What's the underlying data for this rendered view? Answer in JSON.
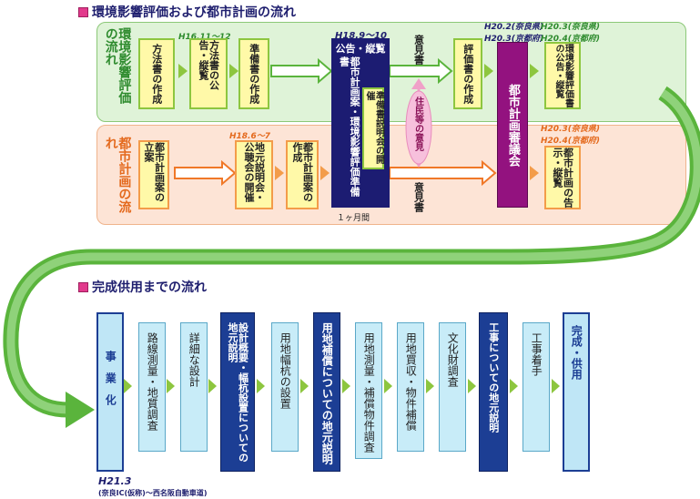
{
  "section1": {
    "title": "環境影響評価および都市計画の流れ",
    "env_row_label": "環境影響評価の流れ",
    "city_row_label": "都市計画の流れ",
    "env_date_1": "H16.11～12",
    "env_box_1": "方法書の作成",
    "env_box_2": "方法書の公告・縦覧",
    "env_box_3": "準備書の作成",
    "center_date": "H18.9～10",
    "center_header": "公告・縦覧",
    "center_main": "都市計画案・環境影響評価準備書",
    "center_sub": "準備書説明会の開催",
    "center_duration": "１ヶ月間",
    "opinion_top": "意見書",
    "opinion_bottom": "意見書",
    "residents_opinion": "住民等の意見",
    "env_box_4": "評価書の作成",
    "council_dates_1": "H20.2(奈良県)",
    "council_dates_2": "H20.3(京都府)",
    "council": "都市計画審議会",
    "env_final_date_1": "H20.3(奈良県)",
    "env_final_date_2": "H20.4(京都府)",
    "env_final_box": "環境影響評価書の公告・縦覧",
    "city_box_1": "都市計画案の立案",
    "city_date_1": "H18.6～7",
    "city_box_2": "地元説明会・公聴会の開催",
    "city_box_3": "都市計画案の作成",
    "city_final_date_1": "H20.3(奈良県)",
    "city_final_date_2": "H20.4(京都府)",
    "city_final_box": "都市計画の告示・縦覧"
  },
  "section2": {
    "title": "完成供用までの流れ",
    "steps": [
      "事業化",
      "路線測量・地質調査",
      "詳細な設計",
      "設計概要・幅杭設置についての地元説明",
      "用地幅杭の設置",
      "用地補償についての地元説明",
      "用地測量・補償物件調査",
      "用地買収・物件補償",
      "文化財調査",
      "工事についての地元説明",
      "工事着手",
      "完成・供用"
    ],
    "start_date": "H21.3",
    "start_note": "(奈良IC(仮称)～西名阪自動車道)"
  },
  "colors": {
    "title": "#1e1e6e",
    "green_flow": "#5ab43c",
    "orange_flow": "#f07828",
    "navy": "#1c1c72",
    "purple": "#93127f"
  }
}
